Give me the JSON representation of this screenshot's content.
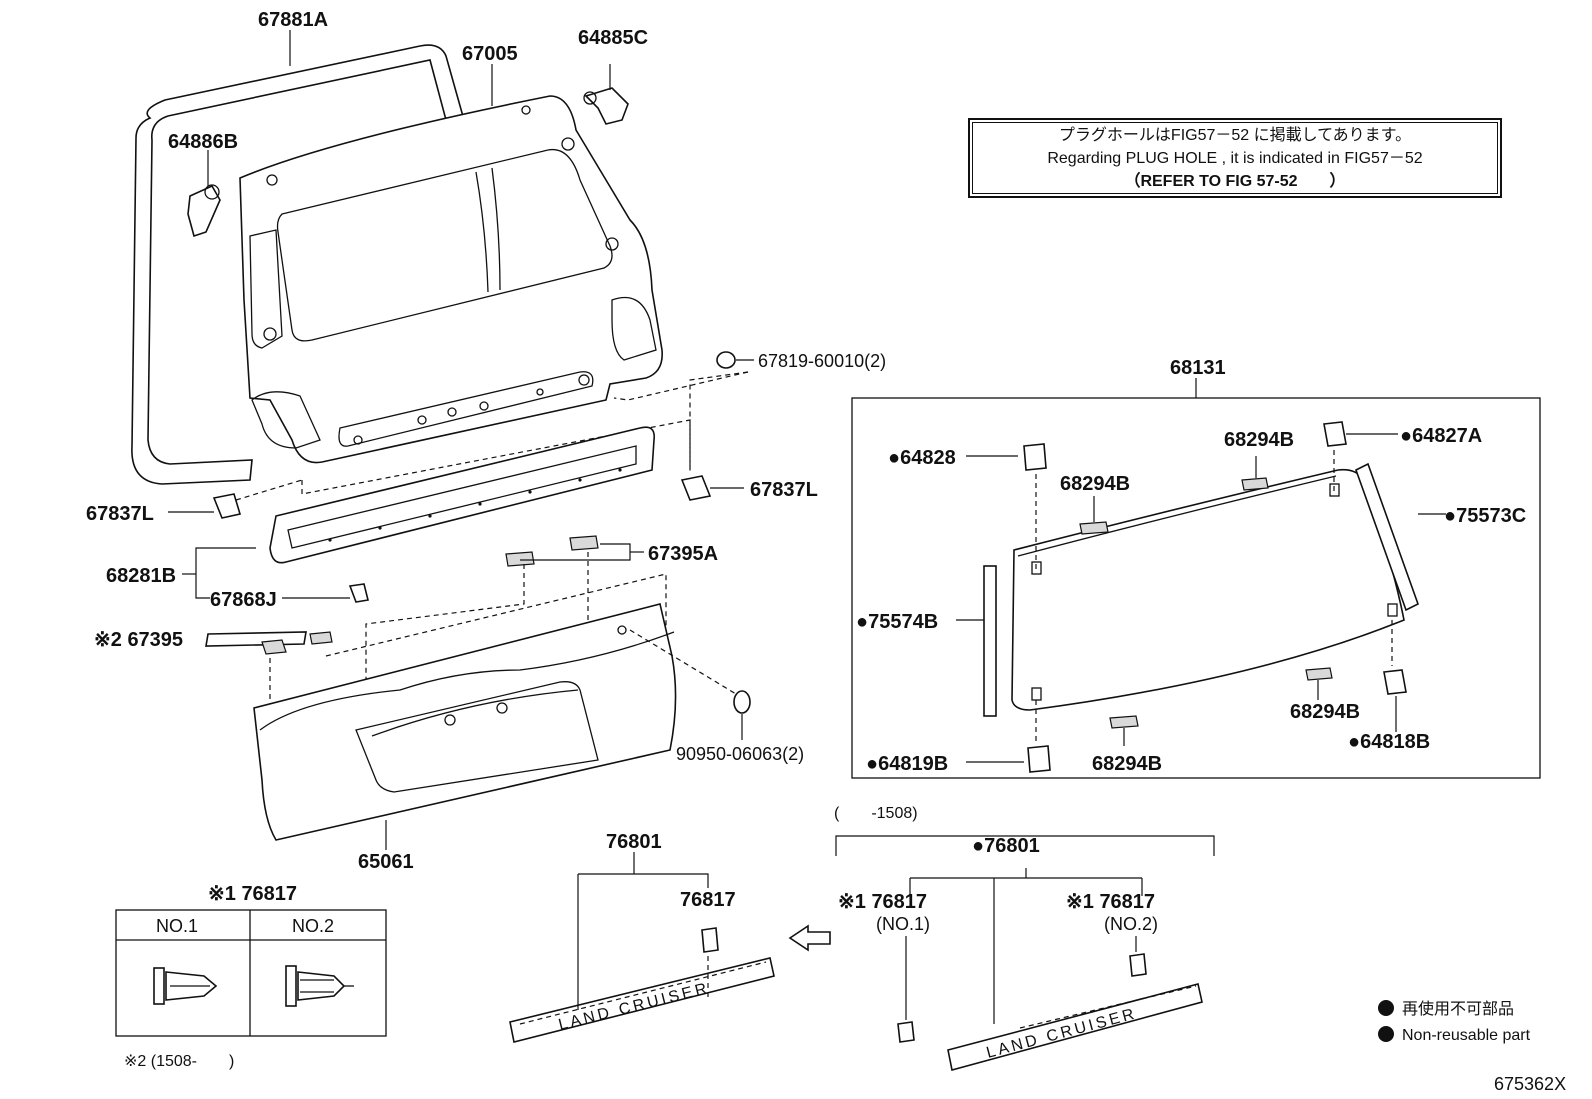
{
  "note": {
    "line1": "プラグホールはFIG57－52 に掲載してあります。",
    "line2": "Regarding PLUG HOLE , it is indicated in FIG57－52",
    "line3": "（REFER TO FIG 57-52　　）"
  },
  "labels": {
    "p67881A": "67881A",
    "p67005": "67005",
    "p64885C": "64885C",
    "p64886B": "64886B",
    "p67819": "67819-60010(2)",
    "p67837L_left": "67837L",
    "p67837L_right": "67837L",
    "p68281B": "68281B",
    "p67868J": "67868J",
    "p67395A": "67395A",
    "p67395": "※2 67395",
    "p90950": "90950-06063(2)",
    "p65061": "65061",
    "p68131": "68131",
    "p64828": "●64828",
    "p68294B_1": "68294B",
    "p68294B_2": "68294B",
    "p68294B_3": "68294B",
    "p68294B_4": "68294B",
    "p64827A": "●64827A",
    "p75573C": "●75573C",
    "p75574B": "●75574B",
    "p64819B": "●64819B",
    "p64818B": "●64818B",
    "p76801_left": "76801",
    "p76817_left": "76817",
    "p76801_right": "●76801",
    "p76817_no1": "※1 76817",
    "p76817_no1_sub": "(NO.1)",
    "p76817_no2": "※1 76817",
    "p76817_no2_sub": "(NO.2)",
    "range_1508": "(　　-1508)",
    "clip_table_title": "※1 76817",
    "clip_no1": "NO.1",
    "clip_no2": "NO.2",
    "footnote2": "※2 (1508-　　)",
    "legend_jp": "再使用不可部品",
    "legend_en": "Non-reusable part",
    "emblem_text": "LAND CRUISER",
    "figure_id": "675362X"
  },
  "icons": {
    "legend_dot": "black-dot-icon",
    "arrow": "left-arrow-icon"
  }
}
